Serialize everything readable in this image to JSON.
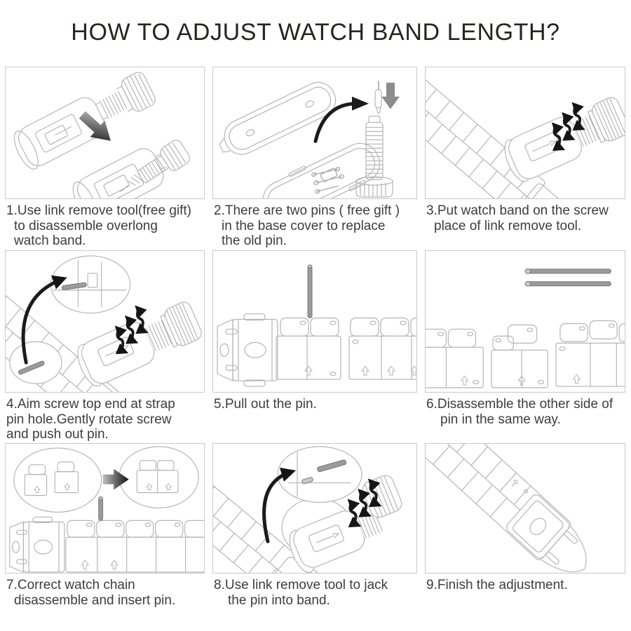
{
  "page": {
    "title": "HOW TO ADJUST WATCH BAND LENGTH?"
  },
  "colors": {
    "title_text": "#2a2322",
    "caption_text": "#3d3d3d",
    "line_art": "#b5b5b5",
    "panel_border": "#c9c9c9",
    "arrow_black": "#1b1b1b",
    "arrow_gray": "#8d8d8d",
    "pin_gray": "#9b9b9b"
  },
  "illustrations": {
    "step1": "two-link-remove-tools-arrow-icon",
    "step2": "base-cover-pins-screw-icon",
    "step3": "band-in-tool-rotate-arrows-icon",
    "step4": "band-tool-magnifier-rotate-icon",
    "step5": "band-with-pulled-pin-icon",
    "step6": "band-separated-two-pins-icon",
    "step7": "links-join-magnifier-band-pin-icon",
    "step8": "band-tool-jack-pin-icon",
    "step9": "finished-band-icon"
  },
  "steps": [
    {
      "number": "1",
      "caption": "1.Use link remove tool(free gift) to disassemble overlong watch band.",
      "lines": [
        "1.Use link remove tool(free gift)",
        "to disassemble overlong",
        "watch band."
      ]
    },
    {
      "number": "2",
      "caption": "2.There are two pins ( free gift ) in the base cover to replace the old pin.",
      "lines": [
        "2.There are two pins ( free gift )",
        "in the base cover to replace",
        "the old pin."
      ]
    },
    {
      "number": "3",
      "caption": "3.Put watch band on the screw place of link remove tool.",
      "lines": [
        "3.Put watch band on the screw",
        "place of link remove tool."
      ]
    },
    {
      "number": "4",
      "caption": "4.Aim screw top end at strap pin hole.Gently rotate screw and push out pin.",
      "lines": [
        "4.Aim screw top end at strap",
        "pin hole.Gently rotate screw",
        "and push out pin."
      ]
    },
    {
      "number": "5",
      "caption": "5.Pull out the pin.",
      "lines": [
        "5.Pull out the pin."
      ]
    },
    {
      "number": "6",
      "caption": "6.Disassemble the other side of pin in the same way.",
      "lines": [
        "6.Disassemble the other side of",
        "pin in the same way."
      ]
    },
    {
      "number": "7",
      "caption": "7.Correct watch chain disassemble and insert pin.",
      "lines": [
        "7.Correct watch chain",
        "disassemble and insert pin."
      ]
    },
    {
      "number": "8",
      "caption": "8.Use link remove tool to jack the pin into band.",
      "lines": [
        "8.Use link remove tool to jack",
        "the pin into band."
      ]
    },
    {
      "number": "9",
      "caption": "9.Finish the adjustment.",
      "lines": [
        "9.Finish the adjustment."
      ]
    }
  ]
}
